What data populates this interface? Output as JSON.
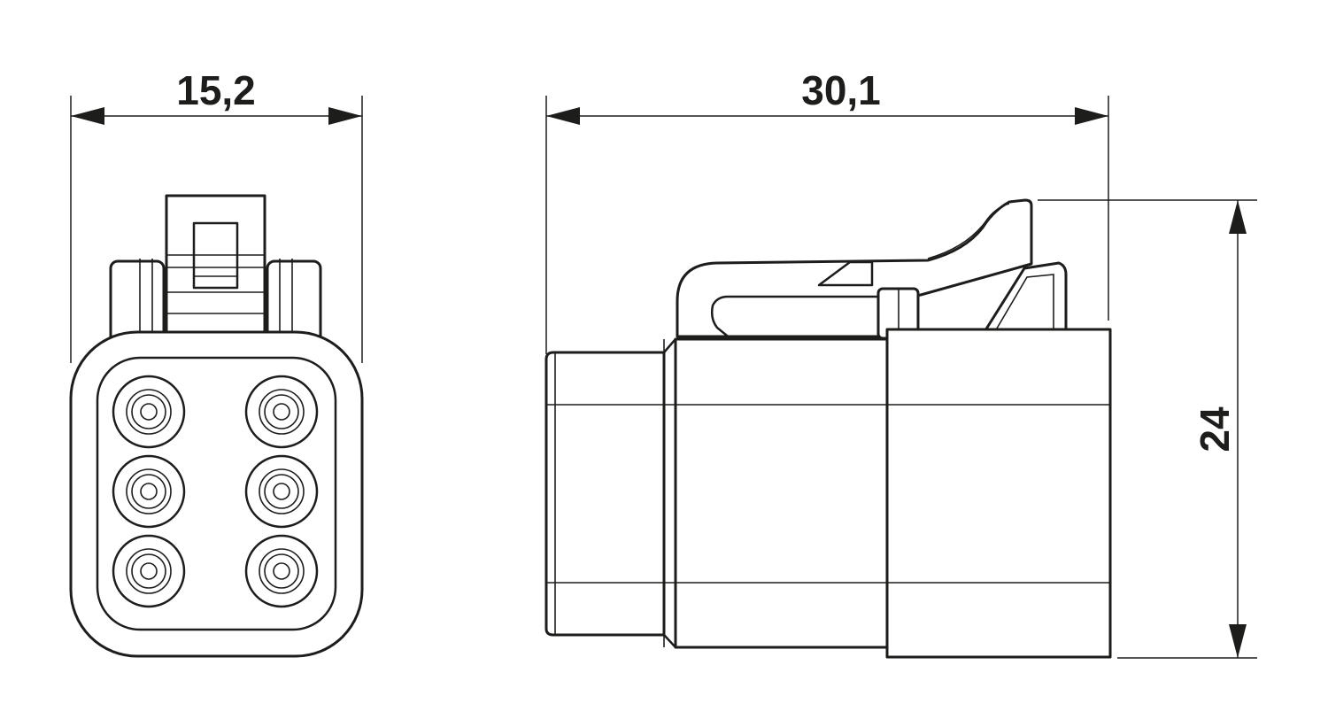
{
  "dimensions": {
    "front_width": "15,2",
    "side_length": "30,1",
    "side_height": "24"
  },
  "colors": {
    "line": "#1d1d1b",
    "background": "#ffffff"
  }
}
